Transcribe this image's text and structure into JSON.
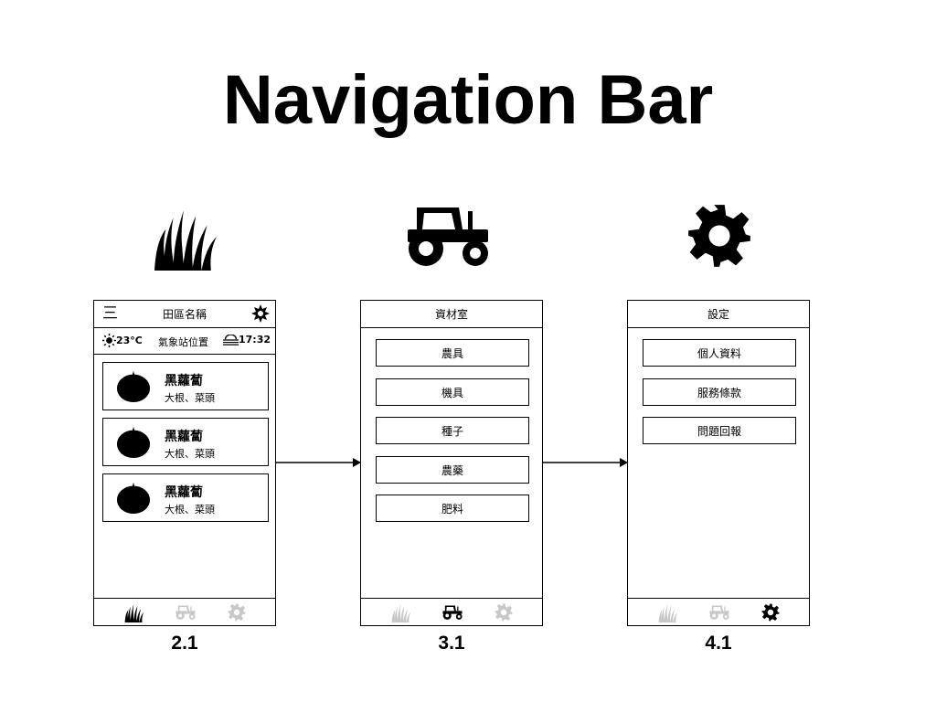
{
  "title": "Navigation Bar",
  "colors": {
    "active": "#000000",
    "inactive": "#c8c8c8"
  },
  "icons": {
    "tab1": "grass-icon",
    "tab2": "tractor-icon",
    "tab3": "gear-icon"
  },
  "screens": {
    "fields": {
      "label": "2.1",
      "header": {
        "menu_glyph": "三",
        "title": "田區名稱"
      },
      "weather": {
        "temperature": "23°C",
        "station": "氣象站位置",
        "time": "17:32"
      },
      "cards": [
        {
          "name": "黑蘿蔔",
          "sub": "大根、菜頭"
        },
        {
          "name": "黑蘿蔔",
          "sub": "大根、菜頭"
        },
        {
          "name": "黑蘿蔔",
          "sub": "大根、菜頭"
        }
      ]
    },
    "materials": {
      "label": "3.1",
      "header": {
        "title": "資材室"
      },
      "items": [
        "農具",
        "機具",
        "種子",
        "農藥",
        "肥料"
      ]
    },
    "settings": {
      "label": "4.1",
      "header": {
        "title": "設定"
      },
      "items": [
        "個人資料",
        "服務條款",
        "問題回報"
      ]
    }
  }
}
